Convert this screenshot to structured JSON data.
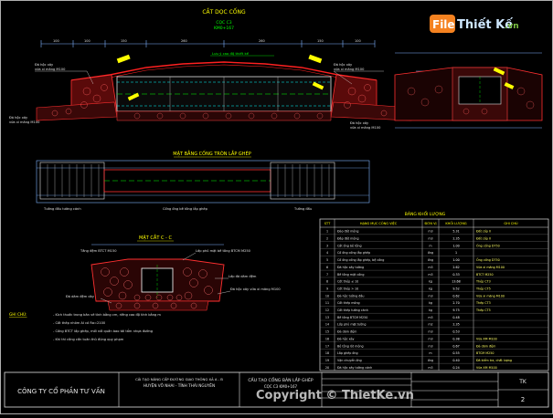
{
  "watermark": {
    "logo_badge": "File",
    "logo_name": "Thiết Kế",
    "logo_suffix": ".vn",
    "footer_copyright": "Copyright © ThietKe.vn",
    "colors": {
      "brand_orange": "#f58220",
      "brand_green": "#7ac143",
      "text_light": "#cfe8ff"
    }
  },
  "drawing": {
    "long_section": {
      "title": "CẮT DỌC CỐNG",
      "subtitle1": "CỌC C3",
      "subtitle2": "KM0+167",
      "level_label": "Lưu ý cao độ thiết kế",
      "annot_left_1": "Đá hộc xây",
      "annot_left_2": "vữa xi măng M100",
      "annot_left_3": "Đá hộc xây",
      "annot_left_4": "vữa xi măng M100",
      "annot_right_1": "Đá hộc xây",
      "annot_right_2": "vữa xi măng M100",
      "annot_right_3": "Đá hộc xây",
      "annot_right_4": "vữa xi măng M100"
    },
    "plan": {
      "title": "MẶT BẰNG CỐNG TRÒN LẮP GHÉP",
      "label_left": "Tường đầu tường cánh",
      "label_mid": "Cống ống bê tông lắp ghép",
      "label_right": "Tường đầu"
    },
    "cross_section": {
      "title": "MẶT CẮT C - C",
      "label_left_top": "Tầng đệm BTCT M150",
      "label_right_top": "Lớp phủ mặt bê tông BTCM M250",
      "label_right_mid": "Lớp đá dăm đệm",
      "label_right_low": "Đá hộc xây vữa xi măng M100",
      "label_left_low": "Đá dăm đệm dày 10cm"
    },
    "notes": {
      "heading": "GHI CHÚ:",
      "lines": [
        "- Kích thước trong bản vẽ tính bằng cm, riêng cao độ tính bằng m",
        "- Cốt thép nhóm AI có Ra=2100",
        "- Cống BTCT lắp ghép, mối nối quấn bao tải tẩm nhựa đường",
        "- Khi thi công cần tuân thủ đúng quy phạm"
      ]
    },
    "quantity_table": {
      "title": "BẢNG KHỐI LƯỢNG",
      "headers": [
        "STT",
        "HẠNG MỤC CÔNG VIỆC",
        "ĐƠN VỊ",
        "KHỐI LƯỢNG",
        "GHI CHÚ"
      ],
      "rows": [
        [
          "1",
          "Đào đất móng",
          "m3",
          "5.31",
          "Đất cấp II"
        ],
        [
          "2",
          "Đắp đất móng",
          "m3",
          "2.35",
          "Đất cấp II"
        ],
        [
          "3",
          "Cắt ống bê tông",
          "m",
          "1.00",
          "Ống cống D750"
        ],
        [
          "4",
          "Cố ống cống lắp ghép",
          "ống",
          "1",
          ""
        ],
        [
          "5",
          "Cố ống cống lắp ghép, bệ cống",
          "ống",
          "1.00",
          "Ống cống D750"
        ],
        [
          "6",
          "Đá hộc xây tường",
          "m3",
          "2.62",
          "Vữa xi măng M100"
        ],
        [
          "7",
          "Bê tông mặt cống",
          "m3",
          "0.33",
          "BTCT M250"
        ],
        [
          "8",
          "Cốt thép ≤ 10",
          "kg",
          "13.68",
          "Thép CT3"
        ],
        [
          "9",
          "Cốt thép > 10",
          "kg",
          "9.52",
          "Thép CT5"
        ],
        [
          "10",
          "Đá hộc tường đầu",
          "m3",
          "0.62",
          "Vữa xi măng M100"
        ],
        [
          "11",
          "Cốt thép móng",
          "kg",
          "2.70",
          "Thép CT3"
        ],
        [
          "12",
          "Cốt thép tường cánh",
          "kg",
          "9.75",
          "Thép CT5"
        ],
        [
          "13",
          "Bê tông BTCM M250",
          "m3",
          "0.48",
          ""
        ],
        [
          "14",
          "Lớp phủ mặt tường",
          "m2",
          "2.35",
          ""
        ],
        [
          "15",
          "Đá dăm đệm",
          "m3",
          "0.53",
          ""
        ],
        [
          "16",
          "Đá hộc xây",
          "m3",
          "0.38",
          "Vữa XM M100"
        ],
        [
          "17",
          "Bê tông lót móng",
          "m3",
          "0.67",
          "Đá dăm đệm"
        ],
        [
          "18",
          "Lắp ghép ống",
          "m",
          "0.55",
          "BTCM M250"
        ],
        [
          "19",
          "Vận chuyển ống",
          "ống",
          "0.40",
          "Đã kiểm tra, chất lượng"
        ],
        [
          "20",
          "Đá hộc xây tường cánh",
          "m3",
          "0.24",
          "Vữa XM M100"
        ]
      ]
    },
    "title_block": {
      "company": "CÔNG TY CỔ PHẦN TƯ VẤN",
      "project_line1": "CẢI TẠO NÂNG CẤP ĐƯỜNG GIAO THÔNG XÃ A - B",
      "project_line2": "HUYỆN VÕ NHAI - TỈNH THÁI NGUYÊN",
      "drawing_title": "CẤU TẠO CỐNG BẢN LẮP GHÉP",
      "drawing_sub": "CỌC C3 KM0+167",
      "sheet_no": "TK",
      "sheet_num": "2"
    }
  }
}
